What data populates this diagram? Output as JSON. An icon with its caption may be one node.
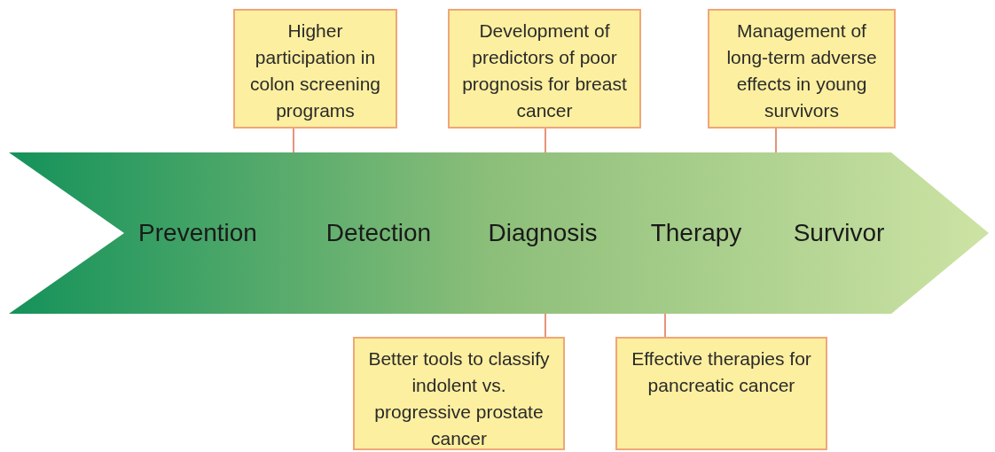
{
  "diagram": {
    "nodes": [
      {
        "text": [
          "Prevention",
          "Detection",
          "Diagnosis",
          "Therapy",
          "Survivor"
        ]
      },
      {
        "text": [
          "Higher participation in colon screening programs"
        ]
      },
      {
        "text": [
          "Development of predictors of poor prognosis for breast cancer"
        ]
      },
      {
        "text": [
          "Management of long-term adverse effects in young survivors"
        ]
      },
      {
        "text": [
          "Better tools to classify indolent vs. progressive prostate cancer"
        ]
      },
      {
        "text": [
          "Effective therapies for pancreatic cancer"
        ]
      }
    ],
    "edges": [
      {
        "from": 1,
        "to": 0,
        "arrow": "none"
      },
      {
        "from": 2,
        "to": 0,
        "arrow": "none"
      },
      {
        "from": 3,
        "to": 0,
        "arrow": "none"
      },
      {
        "from": 4,
        "to": 0,
        "arrow": "none"
      },
      {
        "from": 5,
        "to": 0,
        "arrow": "none"
      }
    ]
  }
}
